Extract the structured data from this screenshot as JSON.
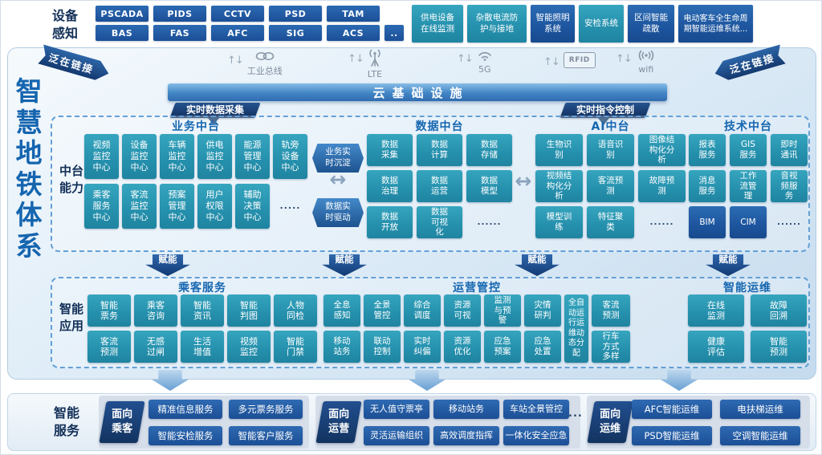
{
  "title": "智慧地铁体系",
  "palette": {
    "teal": "#2590ad",
    "blue": "#1d559e",
    "navy": "#122f57",
    "title_blue": "#1565af",
    "cloud_blue": "#4285c5"
  },
  "icons": {
    "up_down": "↑↓",
    "double_arrow": "↔"
  },
  "device": {
    "label": "设备感知",
    "row1": [
      "PSCADA",
      "PIDS",
      "CCTV",
      "PSD",
      "TAM"
    ],
    "row2": [
      "BAS",
      "FAS",
      "AFC",
      "SIG",
      "ACS",
      ".."
    ],
    "systems": [
      "供电设备在线监测",
      "杂散电流防护与接地",
      "智能照明系统",
      "安检系统",
      "区间智能疏散",
      "电动客车全生命周期智能运维系统..."
    ]
  },
  "link": {
    "banner": "泛在链接",
    "icons": [
      {
        "icon": "industrial-bus",
        "label": "工业总线"
      },
      {
        "icon": "lte-antenna",
        "label": "LTE"
      },
      {
        "icon": "5g-signal",
        "label": "5G"
      },
      {
        "icon": "rfid-tag",
        "label": "RFID"
      },
      {
        "icon": "wifi",
        "label": "wifi"
      }
    ]
  },
  "cloud": {
    "label": "云基础设施",
    "left_tag": "实时数据采集",
    "right_tag": "实时指令控制"
  },
  "middle": {
    "label": "中台能力",
    "business": {
      "title": "业务中台",
      "items": [
        "视频监控中心",
        "设备监控中心",
        "车辆监控中心",
        "供电监控中心",
        "能源管理中心",
        "轨旁设备中心",
        "乘客服务中心",
        "客流监控中心",
        "预案管理中心",
        "用户权限中心",
        "辅助决策中心",
        "....."
      ]
    },
    "flow": {
      "sink": "业务实时沉淀",
      "drive": "数据实时驱动"
    },
    "data": {
      "title": "数据中台",
      "items": [
        "数据采集",
        "数据计算",
        "数据存储",
        "数据治理",
        "数据运营",
        "数据模型",
        "数据开放",
        "数据可视化",
        "......"
      ]
    },
    "ai": {
      "title": "AI中台",
      "items": [
        "生物识别",
        "语音识别",
        "图像结构化分析",
        "视频结构化分析",
        "客流预测",
        "故障预测",
        "模型训练",
        "特征聚类",
        "......"
      ]
    },
    "tech": {
      "title": "技术中台",
      "items": [
        "报表服务",
        "GIS服务",
        "即时通讯",
        "消息服务",
        "工作流管理",
        "音视频服务",
        "BIM",
        "CIM",
        "......"
      ]
    }
  },
  "empower": {
    "label": "赋能"
  },
  "application": {
    "label": "智能应用",
    "passenger": {
      "title": "乘客服务",
      "items": [
        "智能票务",
        "乘客咨询",
        "智能资讯",
        "智能判图",
        "人物同检",
        "客流预测",
        "无感过闸",
        "生活增值",
        "视频监控",
        "智能门禁"
      ]
    },
    "operation": {
      "title": "运营管控",
      "row1": [
        "全息感知",
        "全景管控",
        "综合调度",
        "资源可视",
        "监测与预警",
        "灾情研判"
      ],
      "tall": "全自动运行运维动态分配",
      "row1_last": "客流预测",
      "row2": [
        "移动站务",
        "联动控制",
        "实时纠偏",
        "资源优化",
        "应急预案",
        "应急处置"
      ],
      "row2_last": "行车方式多样"
    },
    "maintenance": {
      "title": "智能运维",
      "items": [
        "在线监测",
        "故障回溯",
        "健康评估",
        "智能预测"
      ]
    }
  },
  "service": {
    "label": "智能服务",
    "groups": [
      {
        "tag": "面向乘客",
        "items": [
          "精准信息服务",
          "多元票务服务",
          "智能安检服务",
          "智能客户服务"
        ]
      },
      {
        "tag": "面向运营",
        "items": [
          "无人值守票亭",
          "移动站务",
          "车站全景管控",
          "灵活运输组织",
          "高效调度指挥",
          "一体化安全应急"
        ],
        "more": "..."
      },
      {
        "tag": "面向运维",
        "items": [
          "AFC智能运维",
          "电扶梯运维",
          "PSD智能运维",
          "空调智能运维"
        ]
      }
    ]
  }
}
